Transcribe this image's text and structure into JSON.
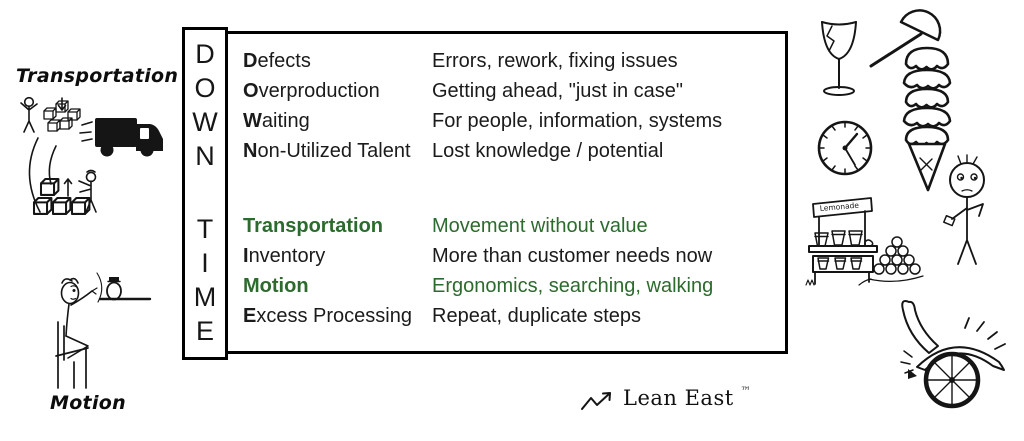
{
  "colors": {
    "highlight_green": "#2d6a2d",
    "ink": "#1b1b1b"
  },
  "acronym": {
    "top": [
      "D",
      "O",
      "W",
      "N"
    ],
    "bottom": [
      "T",
      "I",
      "M",
      "E"
    ]
  },
  "wastes": [
    {
      "lead": "D",
      "rest": "efects",
      "term": "Defects",
      "description": "Errors, rework, fixing issues",
      "highlighted": false
    },
    {
      "lead": "O",
      "rest": "verproduction",
      "term": "Overproduction",
      "description": "Getting ahead, \"just in case\"",
      "highlighted": false
    },
    {
      "lead": "W",
      "rest": "aiting",
      "term": "Waiting",
      "description": "For people, information, systems",
      "highlighted": false
    },
    {
      "lead": "N",
      "rest": "on-Utilized Talent",
      "term": "Non-Utilized Talent",
      "description": "Lost knowledge / potential",
      "highlighted": false
    },
    {
      "lead": "T",
      "rest": "ransportation",
      "term": "Transportation",
      "description": "Movement without value",
      "highlighted": true
    },
    {
      "lead": "I",
      "rest": "nventory",
      "term": "Inventory",
      "description": "More than customer needs now",
      "highlighted": false
    },
    {
      "lead": "M",
      "rest": "otion",
      "term": "Motion",
      "description": "Ergonomics, searching, walking",
      "highlighted": true
    },
    {
      "lead": "E",
      "rest": "xcess Processing",
      "term": "Excess Processing",
      "description": "Repeat, duplicate steps",
      "highlighted": false
    }
  ],
  "illustration_labels": {
    "transportation": "Transportation",
    "motion": "Motion",
    "lemonade_sign": "Lemonade"
  },
  "brand": {
    "name": "Lean East",
    "trademark": "™"
  },
  "illustrations": {
    "left": [
      "stick-figure-tossing-boxes",
      "delivery-truck",
      "winding-path",
      "stick-figure-stacking-boxes",
      "stick-figure-reaching-from-chair",
      "jar-on-shelf"
    ],
    "right": [
      "cracked-wine-glass",
      "ice-cream-scoop",
      "five-scoop-ice-cream-cone",
      "wall-clock",
      "confused-stick-figure",
      "lemonade-stand",
      "lemon-pile",
      "embellished-wheel"
    ]
  }
}
